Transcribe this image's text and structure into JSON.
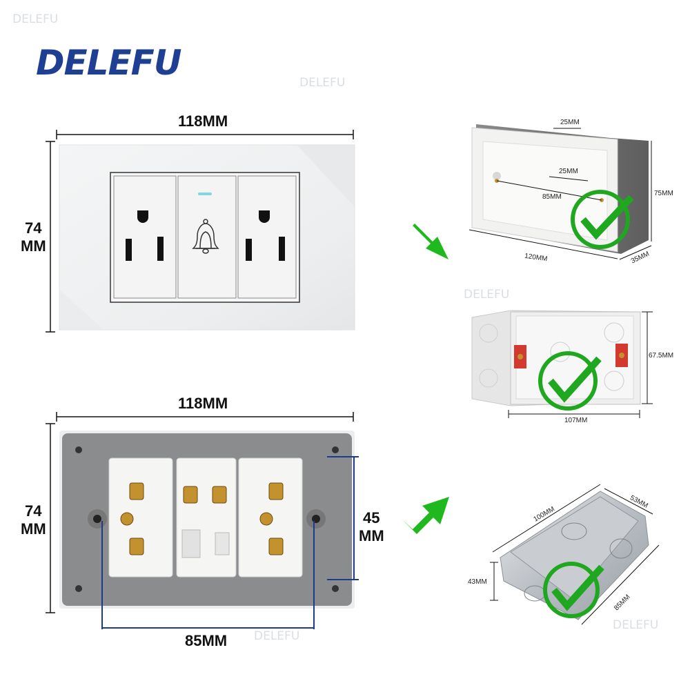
{
  "brand": {
    "logo_text": "DELEFU",
    "watermark": "DELEFU",
    "accent_color": "#1f3f93"
  },
  "front_panel": {
    "width_label": "118MM",
    "height_label_line1": "74",
    "height_label_line2": "MM",
    "center_icon": "bell-icon",
    "indicator_color": "#7fd8e8"
  },
  "back_panel": {
    "width_label": "118MM",
    "height_label_line1": "74",
    "height_label_line2": "MM",
    "inner_height_line1": "45",
    "inner_height_line2": "MM",
    "hole_spacing_label": "85MM"
  },
  "boxes": [
    {
      "name": "white-box",
      "labels": [
        "25MM",
        "25MM",
        "85MM",
        "75MM",
        "120MM",
        "35MM"
      ]
    },
    {
      "name": "red-terminal-box",
      "labels": [
        "67.5MM",
        "107MM"
      ]
    },
    {
      "name": "metal-box",
      "labels": [
        "100MM",
        "53MM",
        "43MM",
        "85MM"
      ]
    }
  ],
  "arrow_color": "#1fb81f",
  "check_color": "#22a822"
}
